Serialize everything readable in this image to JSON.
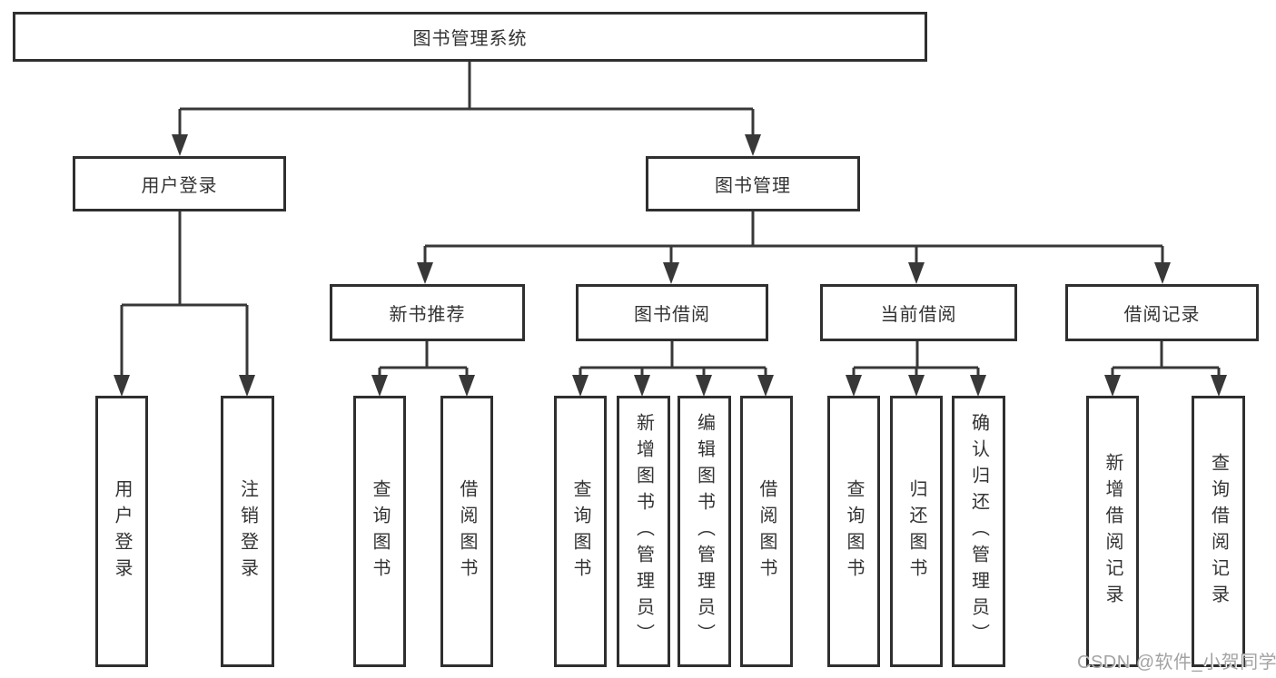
{
  "tree": {
    "root": {
      "label": "图书管理系统"
    },
    "user_login": {
      "label": "用户登录",
      "children": [
        {
          "label": "用户登录"
        },
        {
          "label": "注销登录"
        }
      ]
    },
    "book_mgmt": {
      "label": "图书管理",
      "groups": [
        {
          "label": "新书推荐",
          "children": [
            {
              "label": "查询图书"
            },
            {
              "label": "借阅图书"
            }
          ]
        },
        {
          "label": "图书借阅",
          "children": [
            {
              "label": "查询图书"
            },
            {
              "label": "新增图书（管理员）"
            },
            {
              "label": "编辑图书（管理员）"
            },
            {
              "label": "借阅图书"
            }
          ]
        },
        {
          "label": "当前借阅",
          "children": [
            {
              "label": "查询图书"
            },
            {
              "label": "归还图书"
            },
            {
              "label": "确认归还（管理员）"
            }
          ]
        },
        {
          "label": "借阅记录",
          "children": [
            {
              "label": "新增借阅记录"
            },
            {
              "label": "查询借阅记录"
            }
          ]
        }
      ]
    }
  },
  "watermark": {
    "text": "CSDN @软件_小贺同学"
  },
  "colors": {
    "line": "#383838",
    "box_border": "#2f2f2f",
    "text": "#333333",
    "watermark": "#a3a3a3",
    "background": "#ffffff"
  }
}
